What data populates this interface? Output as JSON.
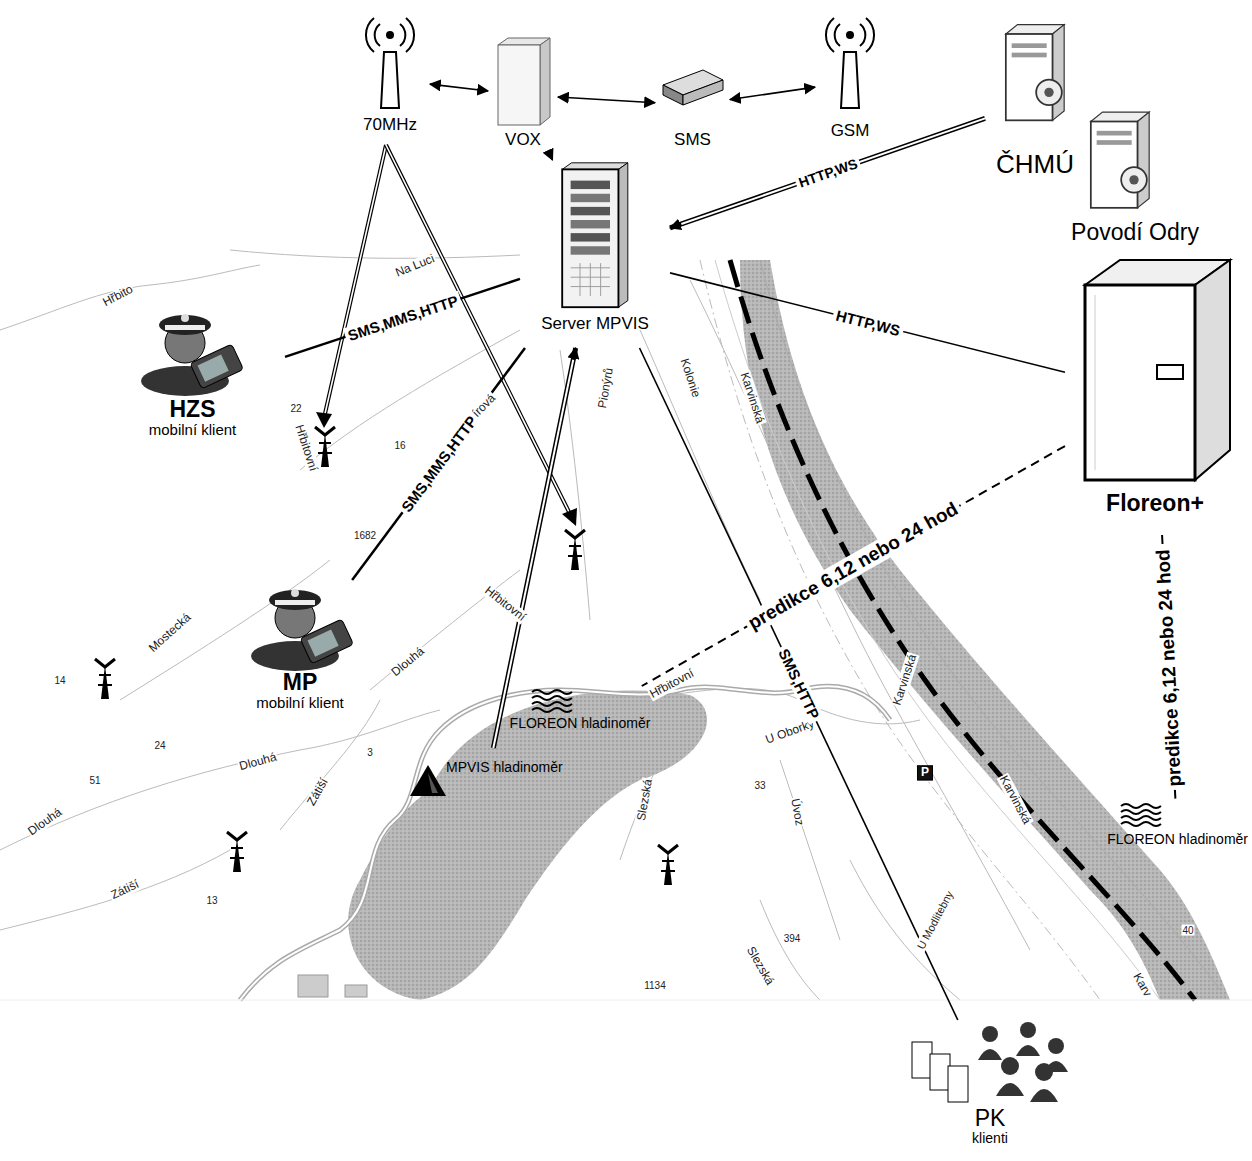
{
  "diagram": {
    "nodes": [
      {
        "text": [
          "70MHz"
        ]
      },
      {
        "text": [
          "VOX"
        ]
      },
      {
        "text": [
          "SMS"
        ]
      },
      {
        "text": [
          "GSM"
        ]
      },
      {
        "text": [
          "ČHMÚ"
        ]
      },
      {
        "text": [
          "Povodí Odry"
        ]
      },
      {
        "text": [
          "Server MPVIS"
        ]
      },
      {
        "text": [
          "Floreon+"
        ]
      },
      {
        "text": [
          "HZS",
          "mobilní klient"
        ]
      },
      {
        "text": [
          "MP",
          "mobilní klient"
        ]
      },
      {
        "text": [
          "MPVIS hladinoměr"
        ]
      },
      {
        "text": [
          "FLOREON hladinoměr"
        ]
      },
      {
        "text": [
          "FLOREON hladinoměr"
        ]
      },
      {
        "text": [
          "PK",
          "klienti"
        ]
      }
    ],
    "edges": [
      {
        "from": 0,
        "to": 1,
        "arrow": "both"
      },
      {
        "from": 1,
        "to": 2,
        "arrow": "both"
      },
      {
        "from": 2,
        "to": 3,
        "arrow": "both"
      },
      {
        "from": 1,
        "to": 6,
        "arrow": "to"
      },
      {
        "from": 4,
        "to": 6,
        "label": "HTTP,WS",
        "arrow": "to"
      },
      {
        "from": 6,
        "to": 8,
        "label": "SMS,MMS,HTTP",
        "arrow": "none"
      },
      {
        "from": 6,
        "to": 7,
        "label": "HTTP,WS",
        "arrow": "none"
      },
      {
        "from": 6,
        "to": 9,
        "label": "SMS,MMS,HTTP",
        "arrow": "none"
      },
      {
        "from": 10,
        "to": 6,
        "arrow": "to"
      },
      {
        "from": 6,
        "to": 13,
        "label": "SMS,HTTP",
        "arrow": "none"
      },
      {
        "from": 7,
        "to": 11,
        "label": "predikce 6,12 nebo 24 hod",
        "arrow": "none"
      },
      {
        "from": 7,
        "to": 12,
        "label": "predikce 6,12 nebo 24 hod",
        "arrow": "none"
      }
    ],
    "labels": [
      "Hřbito",
      "Na Luci",
      "Hřbitovní",
      "Jírová",
      "Pionýrů",
      "Kolonie",
      "Karvinská",
      "Mostecká",
      "Dlouhá",
      "Hřbitovní",
      "Hřbitovní",
      "Karvinská",
      "U Oborky",
      "Dlouhá",
      "Dlouhá",
      "Zátiší",
      "Zátiší",
      "Slezská",
      "Úvoz",
      "Karvinská",
      "U Modlitebny",
      "Slezská",
      "Karv",
      "16",
      "1682",
      "22",
      "33",
      "1134",
      "394",
      "40",
      "51",
      "14",
      "13",
      "24",
      "3",
      "P"
    ]
  }
}
